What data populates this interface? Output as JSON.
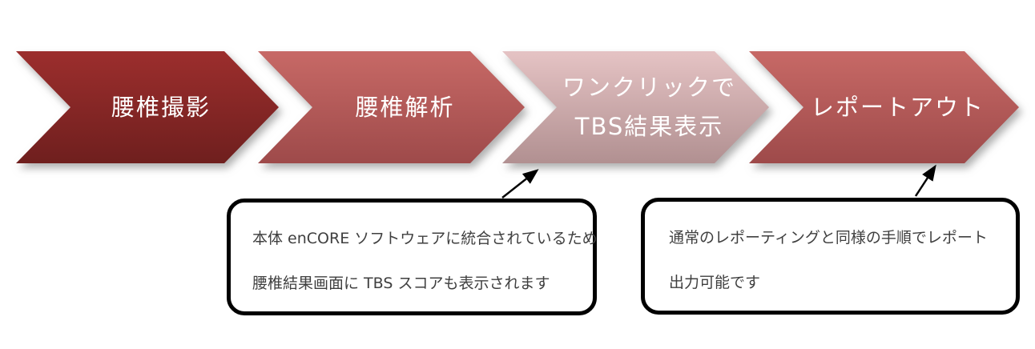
{
  "diagram": {
    "background": "#ffffff",
    "chevron_text_color": "#ffffff",
    "callout_text_color": "#3f3f3f",
    "outline_color": "#000000",
    "flow_steps": [
      {
        "name": "lumbar-scan",
        "lines": [
          "腰椎撮影"
        ],
        "gradient_top": "#9c2e2d",
        "gradient_bottom": "#6f1f1e"
      },
      {
        "name": "lumbar-analysis",
        "lines": [
          "腰椎解析"
        ],
        "gradient_top": "#c76966",
        "gradient_bottom": "#9e4a4a"
      },
      {
        "name": "one-click-tbs",
        "lines": [
          "ワンクリックで",
          "TBS結果表示"
        ],
        "gradient_top": "#e5c3c4",
        "gradient_bottom": "#b19091"
      },
      {
        "name": "report-out",
        "lines": [
          "レポートアウト"
        ],
        "gradient_top": "#c76966",
        "gradient_bottom": "#9e4a4a"
      }
    ],
    "callouts": [
      {
        "target": "one-click-tbs",
        "lines": [
          "本体 enCORE ソフトウェアに統合されているため",
          "腰椎結果画面に TBS スコアも表示されます"
        ]
      },
      {
        "target": "report-out",
        "lines": [
          "通常のレポーティングと同様の手順でレポート",
          "出力可能です"
        ]
      }
    ]
  }
}
